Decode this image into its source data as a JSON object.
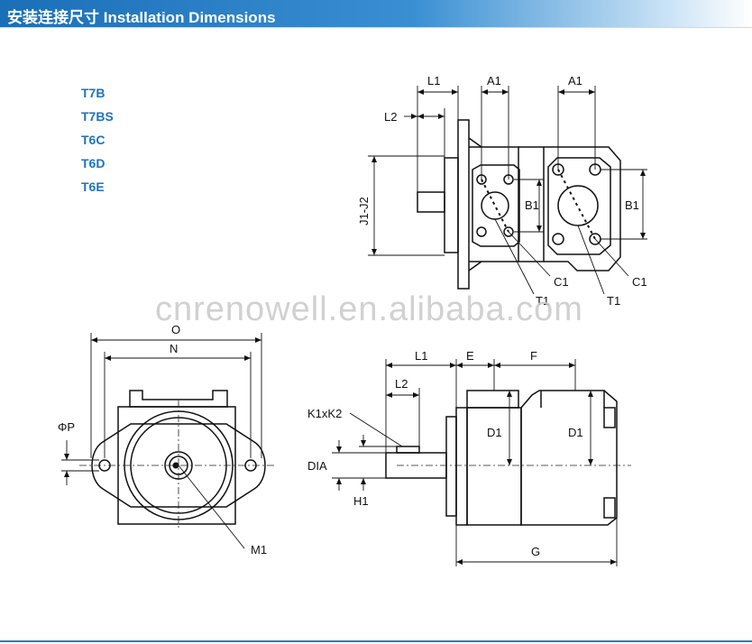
{
  "header": {
    "title": "安装连接尺寸 Installation Dimensions",
    "bar_color": "#1a6fb8"
  },
  "models": [
    "T7B",
    "T7BS",
    "T6C",
    "T6D",
    "T6E"
  ],
  "model_color": "#1e73be",
  "watermark": "cnrenowell.en.alibaba.com",
  "dims": {
    "L1": "L1",
    "L2": "L2",
    "A1": "A1",
    "B1": "B1",
    "C1": "C1",
    "T1": "T1",
    "J1J2": "J1-J2",
    "O": "O",
    "N": "N",
    "P": "ΦP",
    "M1": "M1",
    "E": "E",
    "F": "F",
    "D1": "D1",
    "K1K2": "K1xK2",
    "DIA": "DIA",
    "H1": "H1",
    "G": "G"
  }
}
